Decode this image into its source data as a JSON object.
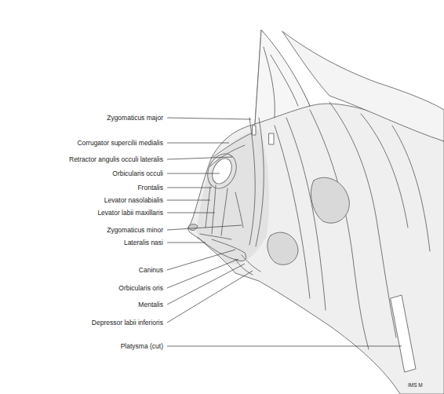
{
  "diagram": {
    "labels": [
      "Zygomaticus major",
      "Corrugator supercilii medialis",
      "Retractor angulis occuli lateralis",
      "Orbicularis occuli",
      "Frontalis",
      "Levator nasolabialis",
      "Levator labii maxillaris",
      "Zygomaticus minor",
      "Lateralis nasi",
      "Caninus",
      "Orbicularis oris",
      "Mentalis",
      "Depressor labii inferioris",
      "Platysma (cut)",
      "IMS M"
    ]
  }
}
